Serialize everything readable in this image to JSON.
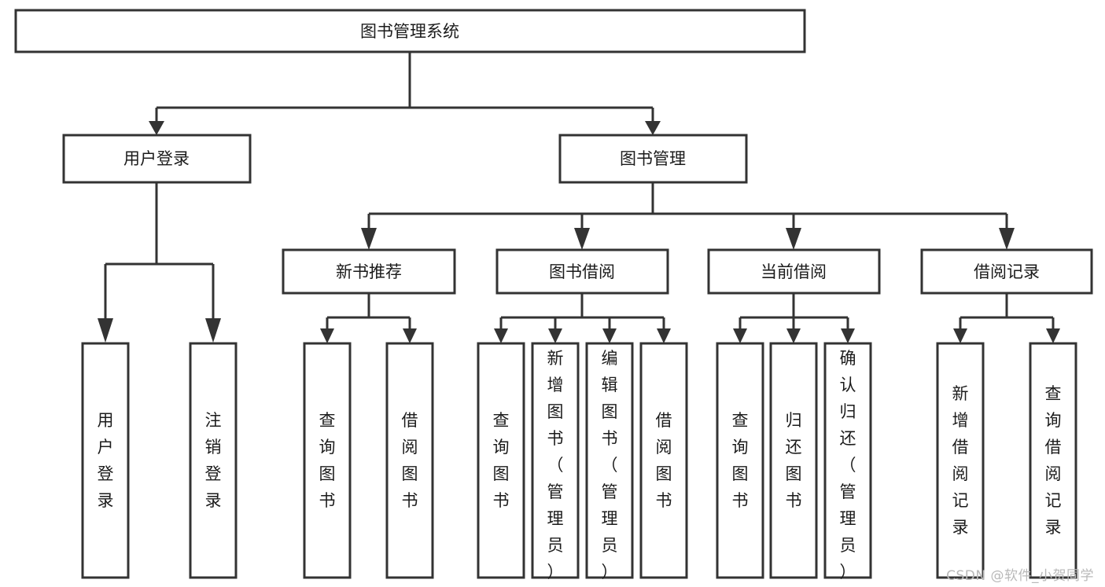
{
  "diagram": {
    "type": "tree",
    "title": "图书管理系统",
    "watermark": "CSDN @软件_小贺同学",
    "colors": {
      "box_stroke": "#333333",
      "box_fill": "#ffffff",
      "text": "#1b1b1b",
      "connector": "#333333",
      "background": "#ffffff",
      "watermark": "#b9b9b9"
    },
    "levels": {
      "root": "图书管理系统",
      "level2": [
        "用户登录",
        "图书管理"
      ],
      "level3": [
        "新书推荐",
        "图书借阅",
        "当前借阅",
        "借阅记录"
      ]
    },
    "nodes": {
      "root": {
        "id": "root",
        "label": "图书管理系统",
        "orientation": "horizontal"
      },
      "n_user_login": {
        "id": "n_user_login",
        "label": "用户登录",
        "orientation": "horizontal"
      },
      "n_book_manage": {
        "id": "n_book_manage",
        "label": "图书管理",
        "orientation": "horizontal"
      },
      "n_new_book_rec": {
        "id": "n_new_book_rec",
        "label": "新书推荐",
        "orientation": "horizontal"
      },
      "n_book_borrow": {
        "id": "n_book_borrow",
        "label": "图书借阅",
        "orientation": "horizontal"
      },
      "n_current_borrow": {
        "id": "n_current_borrow",
        "label": "当前借阅",
        "orientation": "horizontal"
      },
      "n_borrow_record": {
        "id": "n_borrow_record",
        "label": "借阅记录",
        "orientation": "horizontal"
      },
      "l_user_login": {
        "id": "l_user_login",
        "label": "用户登录",
        "orientation": "vertical",
        "align": "middle"
      },
      "l_logout": {
        "id": "l_logout",
        "label": "注销登录",
        "orientation": "vertical",
        "align": "middle"
      },
      "l_query_book_1": {
        "id": "l_query_book_1",
        "label": "查询图书",
        "orientation": "vertical",
        "align": "middle"
      },
      "l_borrow_book_1": {
        "id": "l_borrow_book_1",
        "label": "借阅图书",
        "orientation": "vertical",
        "align": "middle"
      },
      "l_query_book_2": {
        "id": "l_query_book_2",
        "label": "查询图书",
        "orientation": "vertical",
        "align": "middle"
      },
      "l_add_book_admin": {
        "id": "l_add_book_admin",
        "label": "新增图书（管理员）",
        "orientation": "vertical",
        "align": "top"
      },
      "l_edit_book_admin": {
        "id": "l_edit_book_admin",
        "label": "编辑图书（管理员）",
        "orientation": "vertical",
        "align": "top"
      },
      "l_borrow_book_2": {
        "id": "l_borrow_book_2",
        "label": "借阅图书",
        "orientation": "vertical",
        "align": "middle"
      },
      "l_query_book_3": {
        "id": "l_query_book_3",
        "label": "查询图书",
        "orientation": "vertical",
        "align": "middle"
      },
      "l_return_book": {
        "id": "l_return_book",
        "label": "归还图书",
        "orientation": "vertical",
        "align": "middle"
      },
      "l_confirm_return_admin": {
        "id": "l_confirm_return_admin",
        "label": "确认归还（管理员）",
        "orientation": "vertical",
        "align": "top"
      },
      "l_add_record": {
        "id": "l_add_record",
        "label": "新增借阅记录",
        "orientation": "vertical",
        "align": "middle"
      },
      "l_query_record": {
        "id": "l_query_record",
        "label": "查询借阅记录",
        "orientation": "vertical",
        "align": "middle"
      }
    },
    "edges": [
      {
        "from": "root",
        "to": "n_user_login"
      },
      {
        "from": "root",
        "to": "n_book_manage"
      },
      {
        "from": "n_user_login",
        "to": "l_user_login"
      },
      {
        "from": "n_user_login",
        "to": "l_logout"
      },
      {
        "from": "n_book_manage",
        "to": "n_new_book_rec"
      },
      {
        "from": "n_book_manage",
        "to": "n_book_borrow"
      },
      {
        "from": "n_book_manage",
        "to": "n_current_borrow"
      },
      {
        "from": "n_book_manage",
        "to": "n_borrow_record"
      },
      {
        "from": "n_new_book_rec",
        "to": "l_query_book_1"
      },
      {
        "from": "n_new_book_rec",
        "to": "l_borrow_book_1"
      },
      {
        "from": "n_book_borrow",
        "to": "l_query_book_2"
      },
      {
        "from": "n_book_borrow",
        "to": "l_add_book_admin"
      },
      {
        "from": "n_book_borrow",
        "to": "l_edit_book_admin"
      },
      {
        "from": "n_book_borrow",
        "to": "l_borrow_book_2"
      },
      {
        "from": "n_current_borrow",
        "to": "l_query_book_3"
      },
      {
        "from": "n_current_borrow",
        "to": "l_return_book"
      },
      {
        "from": "n_current_borrow",
        "to": "l_confirm_return_admin"
      },
      {
        "from": "n_borrow_record",
        "to": "l_add_record"
      },
      {
        "from": "n_borrow_record",
        "to": "l_query_record"
      }
    ]
  }
}
